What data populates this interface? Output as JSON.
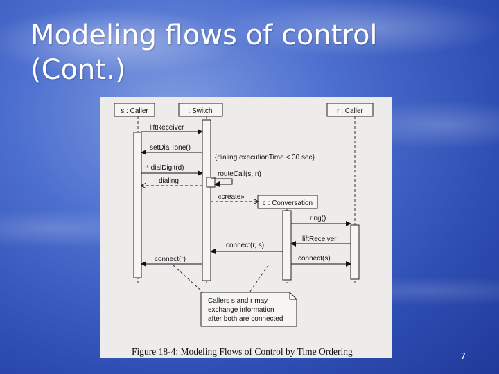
{
  "slide": {
    "title_line1": "Modeling flows of control",
    "title_line2": "(Cont.)",
    "page_number": "7"
  },
  "diagram": {
    "lifelines": {
      "caller_s": "s : Caller",
      "switch": ": Switch",
      "caller_r": "r : Caller",
      "conversation": "c : Conversation"
    },
    "messages": {
      "lift_receiver_1": "liftReceiver",
      "set_dial_tone": "setDialTone()",
      "dial_digit": "* dialDigit(d)",
      "dialing": "dialing",
      "route_call": "routeCall(s, n)",
      "create": "«create»",
      "ring": "ring()",
      "lift_receiver_2": "liftReceiver",
      "connect_r_s": "connect(r, s)",
      "connect_r": "connect(r)",
      "connect_s": "connect(s)"
    },
    "constraint": "{dialing.executionTime < 30 sec}",
    "note_lines": [
      "Callers s and r may",
      "exchange information",
      "after both are connected"
    ],
    "caption": "Figure 18-4: Modeling Flows of Control by Time Ordering"
  }
}
